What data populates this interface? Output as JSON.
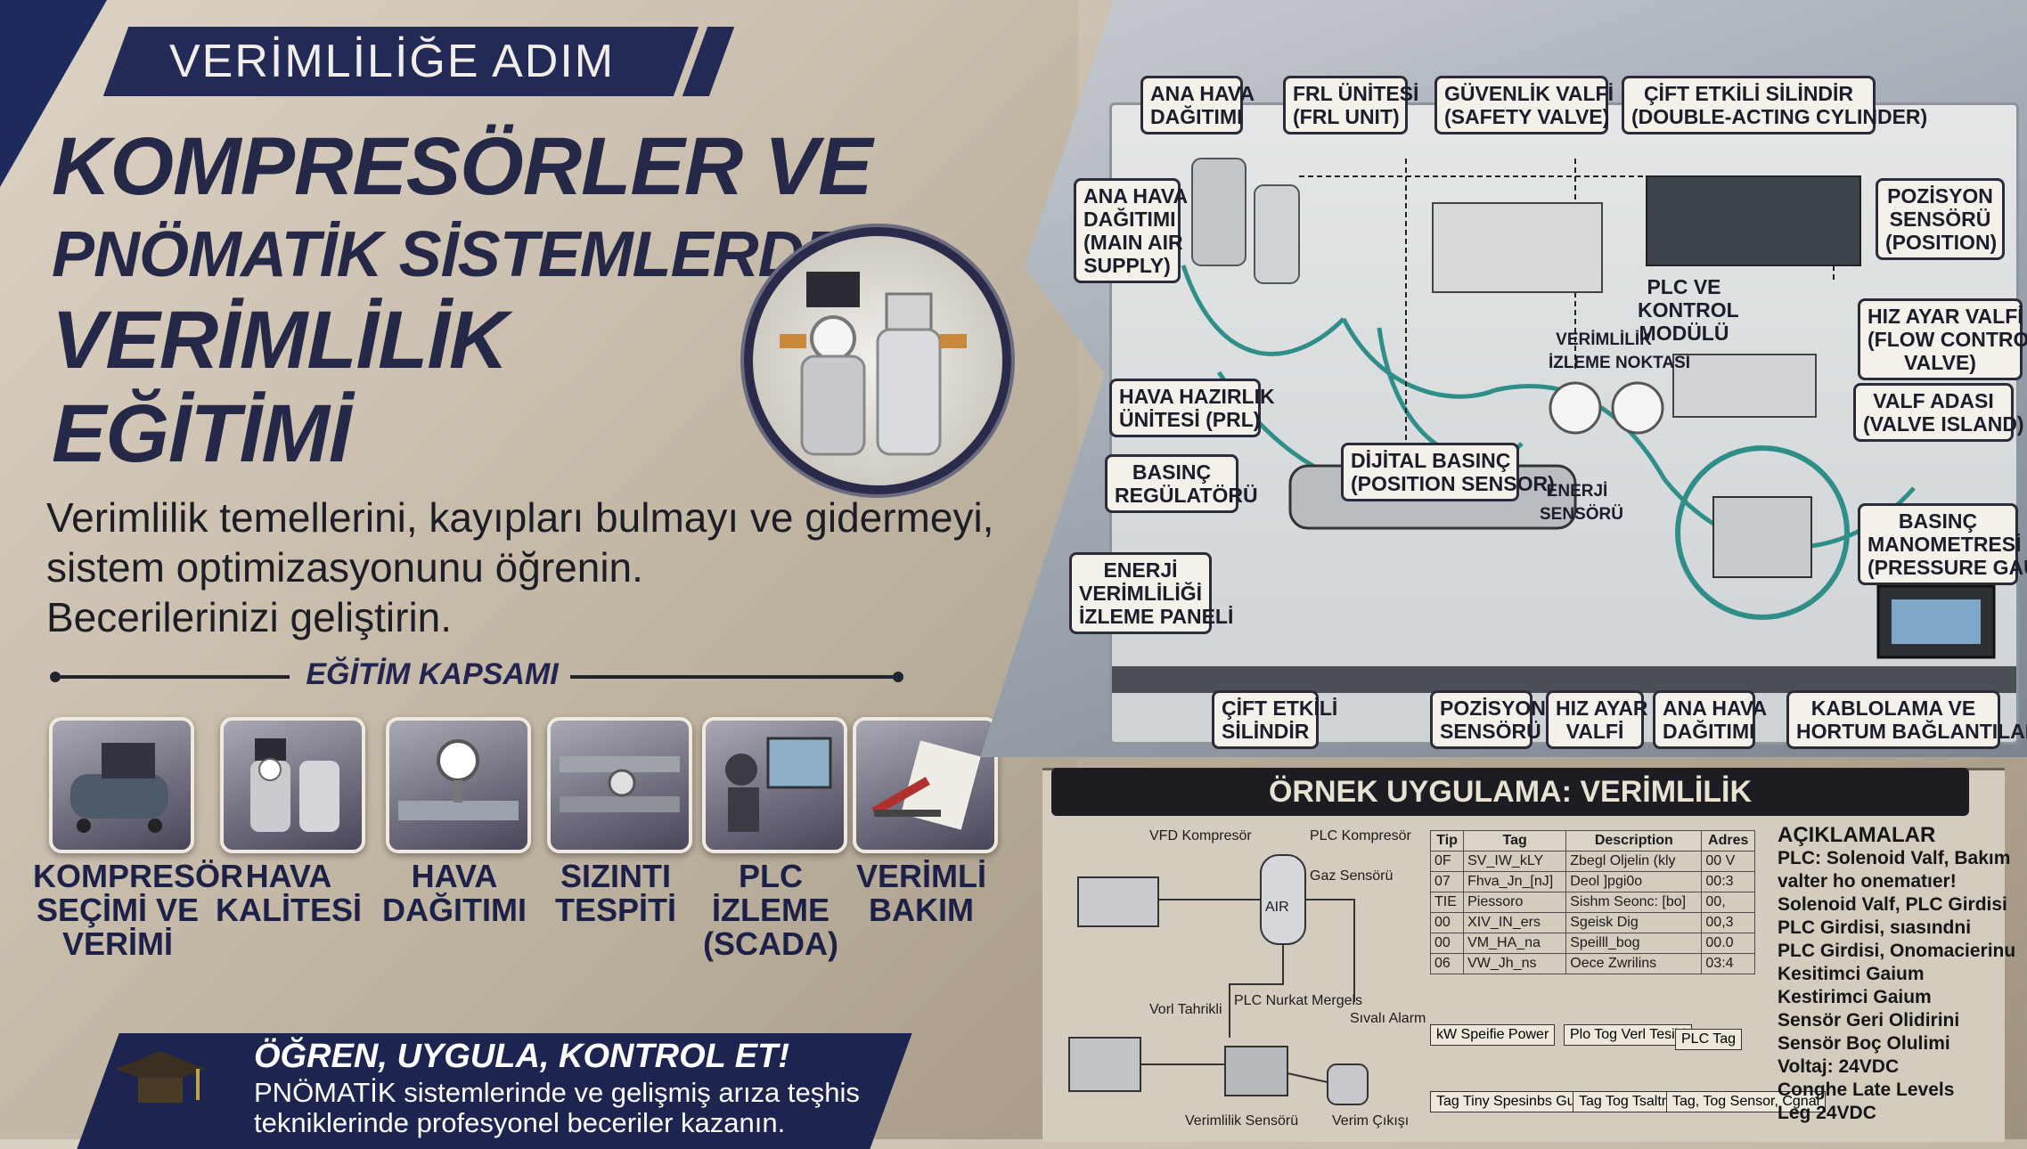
{
  "colors": {
    "navy": "#232a55",
    "panel_left": "#cabfae",
    "dark_bar": "#1c1c22"
  },
  "header": {
    "kicker": "VERİMLİLİĞE ADIM"
  },
  "title": {
    "line1": "KOMPRESÖRLER VE",
    "line2": "PNÖMATİK SİSTEMLERDE",
    "line3": "VERİMLİLİK",
    "line4": "EĞİTİMİ"
  },
  "subtitle": {
    "line1": "Verimlilik temellerini, kayıpları bulmayı ve gidermeyi,",
    "line2": "sistem optimizasyonunu öğrenin.",
    "line3": "Becerilerinizi geliştirin."
  },
  "scope": {
    "heading": "EĞİTİM KAPSAMI",
    "items": [
      {
        "line1": "KOMPRESÖR",
        "line2": "SEÇİMİ VE",
        "line3": "VERİMİ",
        "icon": "compressor-icon"
      },
      {
        "line1": "HAVA",
        "line2": "KALİTESİ",
        "line3": "",
        "icon": "air-filter-icon"
      },
      {
        "line1": "HAVA",
        "line2": "DAĞITIMI",
        "line3": "",
        "icon": "pipe-gauge-icon"
      },
      {
        "line1": "SIZINTI",
        "line2": "TESPİTİ",
        "line3": "",
        "icon": "leak-detection-icon"
      },
      {
        "line1": "PLC İZLEME",
        "line2": "(SCADA)",
        "line3": "",
        "icon": "plc-monitor-icon"
      },
      {
        "line1": "VERİMLİ",
        "line2": "BAKIM",
        "line3": "",
        "icon": "maintenance-tools-icon"
      }
    ]
  },
  "cta": {
    "title": "ÖĞREN, UYGULA, KONTROL ET!",
    "line1": "PNÖMATİK sistemlerinde ve gelişmiş arıza teşhis",
    "line2": "tekniklerinde profesyonel beceriler kazanın."
  },
  "callouts": {
    "ana_hava_top": [
      "ANA HAVA",
      "DAĞITIMI"
    ],
    "frl": [
      "FRL ÜNİTESİ",
      "(FRL UNIT)"
    ],
    "guvenlik": [
      "GÜVENLİK VALFİ",
      "(SAFETY VALVE)"
    ],
    "cift_etkili": [
      "ÇİFT ETKİLİ SİLİNDİR",
      "(DOUBLE-ACTING CYLINDER)"
    ],
    "ana_hava_left": [
      "ANA HAVA",
      "DAĞITIMI",
      "(MAIN AIR",
      "SUPPLY)"
    ],
    "pozisyon": [
      "POZİSYON",
      "SENSÖRÜ",
      "(POSITION)"
    ],
    "plc": [
      "PLC VE",
      "KONTROL",
      "MODÜLÜ"
    ],
    "hiz_ayar": [
      "HIZ AYAR VALFİ",
      "(FLOW CONTROL",
      "VALVE)"
    ],
    "hava_haz": [
      "HAVA HAZIRLIK",
      "ÜNİTESİ (PRL)"
    ],
    "verimlilik_izleme": [
      "VERİMLİLİK",
      "İZLEME NOKTASI"
    ],
    "valf_adasi": [
      "VALF ADASI",
      "(VALVE ISLAND)"
    ],
    "dijital": [
      "DİJİTAL BASINÇ",
      "(POSITION SENSOR)"
    ],
    "basinc_reg": [
      "BASINÇ",
      "REGÜLATÖRÜ"
    ],
    "enerji_sensor": [
      "ENERJİ",
      "SENSÖRÜ"
    ],
    "basinc_man": [
      "BASINÇ",
      "MANOMETRESİ",
      "(PRESSURE GAUGE)"
    ],
    "enerji_panel": [
      "ENERJİ",
      "VERİMLİLİĞİ",
      "İZLEME PANELİ"
    ],
    "cift_silindir": [
      "ÇİFT ETKİLİ",
      "SİLİNDİR"
    ],
    "poz_sensor": [
      "POZİSYON",
      "SENSÖRÜ"
    ],
    "hiz_ayar_bottom": [
      "HIZ AYAR",
      "VALFİ"
    ],
    "ana_hava_bottom": [
      "ANA HAVA",
      "DAĞITIMI"
    ],
    "kablolama": [
      "KABLOLAMA VE",
      "HORTUM BAĞLANTILARI"
    ]
  },
  "example": {
    "title": "ÖRNEK UYGULAMA: VERİMLİLİK",
    "diagram_labels": {
      "vfd": "VFD Kompresör",
      "plc": "PLC Kompresör",
      "sensor": "Gaz Sensörü",
      "tank": "AIR",
      "flow": "Vorl Tahrikli",
      "plc2": "PLC Nurkat Mergels",
      "alarm": "Sıvalı Alarm",
      "bottom1": "Verimlilik Sensörü",
      "bottom2": "Verim Çıkışı"
    },
    "table": {
      "headers": [
        "Tip",
        "Tag",
        "Description",
        "Adres"
      ],
      "rows": [
        [
          "0F",
          "SV_IW_kLY",
          "Zbegl Oljelin (kly",
          "00 V"
        ],
        [
          "07",
          "Fhva_Jn_[nJ]",
          "Deol ]pgi0o",
          "00:3"
        ],
        [
          "TIE",
          "Piessoro",
          "Sishm Seonc: [bo]",
          "00,"
        ],
        [
          "00",
          "XIV_IN_ers",
          "Sgeisk Dig",
          "00,3"
        ],
        [
          "00",
          "VM_HA_na",
          "Speilll_bog",
          "00.0"
        ],
        [
          "06",
          "VW_Jh_ns",
          "Oece Zwrilins",
          "03:4"
        ]
      ]
    },
    "flow": {
      "a": "kW Speifie Power",
      "b": "Plo Tog Verl Tesibi",
      "c": "PLC Tag",
      "d": "Tag Tiny Spesinbs Gust",
      "e": "Tag Tog Tsaltril",
      "f": "Tag, Tog Sensor, Cgnal"
    },
    "notes": {
      "heading": "AÇIKLAMALAR",
      "lines": [
        "PLC: Solenoid Valf, Bakım",
        "valter ho onematıer!",
        "Solenoid Valf, PLC Girdisi",
        "PLC Girdisi, sıasındni",
        "PLC Girdisi, Onomacierinu",
        "Kesitimci Gaium",
        "Kestirimci Gaium",
        "Sensör Geri Olidirini",
        "Sensör Boç Olulimi",
        "Voltaj: 24VDC",
        "Conghe Late Levels",
        "Leg 24VDC"
      ]
    }
  }
}
